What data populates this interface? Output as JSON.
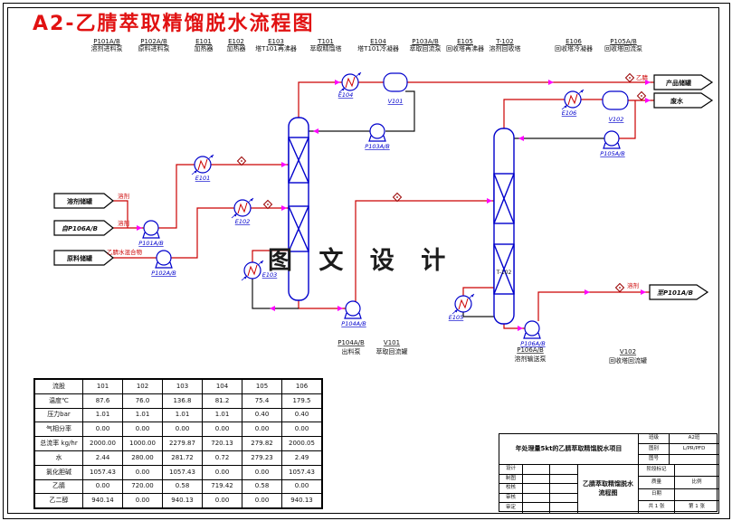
{
  "title": "A2-乙腈萃取精馏脱水流程图",
  "watermark": "图 文 设 计",
  "colors": {
    "line_red": "#cc0000",
    "equipment_blue": "#0000cc",
    "arrow_magenta": "#ff00ff",
    "marker_dark_red": "#990000",
    "title_red": "#e11212"
  },
  "top_labels": [
    {
      "id": "P101A/B",
      "desc": "溶剂进料泵"
    },
    {
      "id": "P102A/B",
      "desc": "原料进料泵"
    },
    {
      "id": "E101",
      "desc": "加热器"
    },
    {
      "id": "E102",
      "desc": "加热器"
    },
    {
      "id": "E103",
      "desc": "塔T101再沸器"
    },
    {
      "id": "T101",
      "desc": "萃取精馏塔"
    },
    {
      "id": "E104",
      "desc": "塔T101冷凝器"
    },
    {
      "id": "P103A/B",
      "desc": "萃取回流泵"
    },
    {
      "id": "E105",
      "desc": "回收塔再沸器"
    },
    {
      "id": "T-102",
      "desc": "溶剂回收塔"
    },
    {
      "id": "E106",
      "desc": "回收塔冷凝器"
    },
    {
      "id": "P105A/B",
      "desc": "回收塔回流泵"
    }
  ],
  "bottom_labels": [
    {
      "id": "P104A/B",
      "desc": "出料泵"
    },
    {
      "id": "V101",
      "desc": "萃取回流罐"
    },
    {
      "id": "P106A/B",
      "desc": "溶剂输送泵"
    },
    {
      "id": "V102",
      "desc": "回收塔回流罐"
    }
  ],
  "tags": {
    "e101": "E101",
    "e102": "E102",
    "e103": "E103",
    "e104": "E104",
    "e105": "E105",
    "e106": "E106",
    "p101": "P101A/B",
    "p102": "P102A/B",
    "p103": "P103A/B",
    "p104": "P104A/B",
    "p105": "P105A/B",
    "p106": "P106A/B",
    "v101": "V101",
    "v102": "V102",
    "t102": "T-102"
  },
  "flags": {
    "in_solvent_tank": "溶剂储罐",
    "in_from_p106": "自P106A/B",
    "in_feed_tank": "原料储罐",
    "out_product_tank": "产品储罐",
    "out_wastewater": "废水",
    "out_to_p101": "至P101A/B"
  },
  "stream_labels": {
    "solvent_makeup": "溶剂",
    "solvent_recycle": "溶剂",
    "feed_mixture": "乙腈水混合物",
    "product": "乙腈",
    "recycle_solvent": "溶剂"
  },
  "stream_table": {
    "rows": [
      [
        "流股",
        "101",
        "102",
        "103",
        "104",
        "105",
        "106"
      ],
      [
        "温度℃",
        "87.6",
        "76.0",
        "136.8",
        "81.2",
        "75.4",
        "179.5"
      ],
      [
        "压力bar",
        "1.01",
        "1.01",
        "1.01",
        "1.01",
        "0.40",
        "0.40"
      ],
      [
        "气相分率",
        "0.00",
        "0.00",
        "0.00",
        "0.00",
        "0.00",
        "0.00"
      ],
      [
        "总流率 kg/hr",
        "2000.00",
        "1000.00",
        "2279.87",
        "720.13",
        "279.82",
        "2000.05"
      ],
      [
        "水",
        "2.44",
        "280.00",
        "281.72",
        "0.72",
        "279.23",
        "2.49"
      ],
      [
        "氯化胆碱",
        "1057.43",
        "0.00",
        "1057.43",
        "0.00",
        "0.00",
        "1057.43"
      ],
      [
        "乙腈",
        "0.00",
        "720.00",
        "0.58",
        "719.42",
        "0.58",
        "0.00"
      ],
      [
        "乙二醇",
        "940.14",
        "0.00",
        "940.13",
        "0.00",
        "0.00",
        "940.13"
      ]
    ]
  },
  "title_block": {
    "project": "年处理量5kt的乙腈萃取精馏脱水项目",
    "drawing_title": [
      "乙腈萃取精馏脱水",
      "流程图"
    ],
    "info_top": [
      {
        "label": "班级",
        "value": "A2班"
      },
      {
        "label": "图别",
        "value": "L/PR/PFD"
      },
      {
        "label": "图号",
        "value": ""
      }
    ],
    "sign_rows": [
      {
        "label": "设计"
      },
      {
        "label": "制图"
      },
      {
        "label": "校核"
      },
      {
        "label": "审核"
      },
      {
        "label": "审定"
      }
    ],
    "info_bottom": [
      {
        "label": "阶段标记",
        "value": ""
      },
      {
        "label": "质量",
        "value": "比例"
      },
      {
        "label": "日期",
        "value": ""
      },
      {
        "label": "共 1 张",
        "value": "第 1 张"
      }
    ]
  }
}
